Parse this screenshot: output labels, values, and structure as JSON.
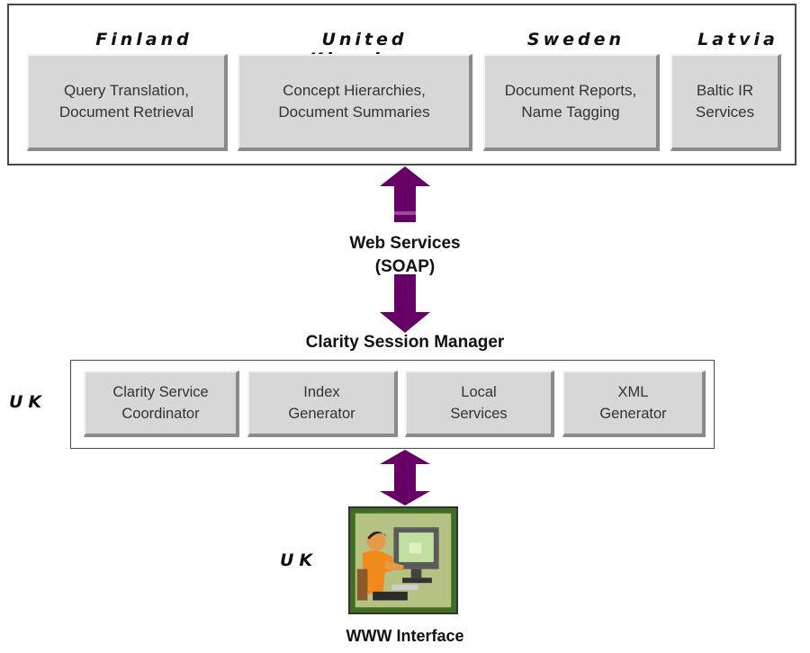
{
  "countries": {
    "finland": "Finland",
    "uk": "United Kingdom",
    "sweden": "Sweden",
    "latvia": "Latvia"
  },
  "top_services": [
    "Query Translation,\nDocument Retrieval",
    "Concept Hierarchies,\nDocument Summaries",
    "Document Reports,\nName Tagging",
    "Baltic IR\nServices"
  ],
  "web_services_label": "Web Services\n(SOAP)",
  "session_manager_label": "Clarity Session Manager",
  "bottom_services": [
    "Clarity Service\nCoordinator",
    "Index\nGenerator",
    "Local\nServices",
    "XML\nGenerator"
  ],
  "uk_tag": "UK",
  "interface_label": "WWW Interface",
  "colors": {
    "arrow": "#660066",
    "box": "#d7d7d7",
    "frame": "#4a4a4a"
  }
}
